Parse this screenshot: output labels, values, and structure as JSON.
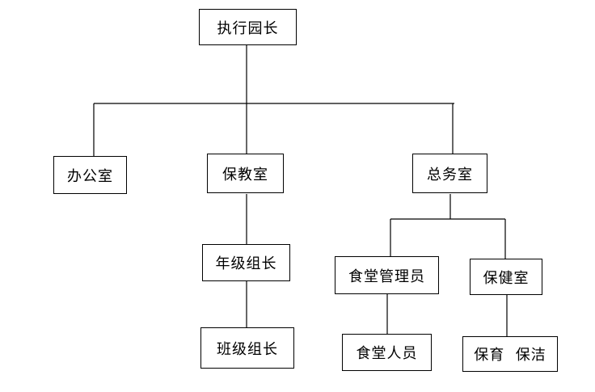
{
  "nodes": {
    "director": "执行园长",
    "office": "办公室",
    "education_dept": "保教室",
    "grade_leader": "年级组长",
    "class_leader": "班级组长",
    "general_affairs": "总务室",
    "canteen_manager": "食堂管理员",
    "health_room": "保健室",
    "canteen_staff": "食堂人员",
    "care_cleaning": "保育  保洁"
  }
}
